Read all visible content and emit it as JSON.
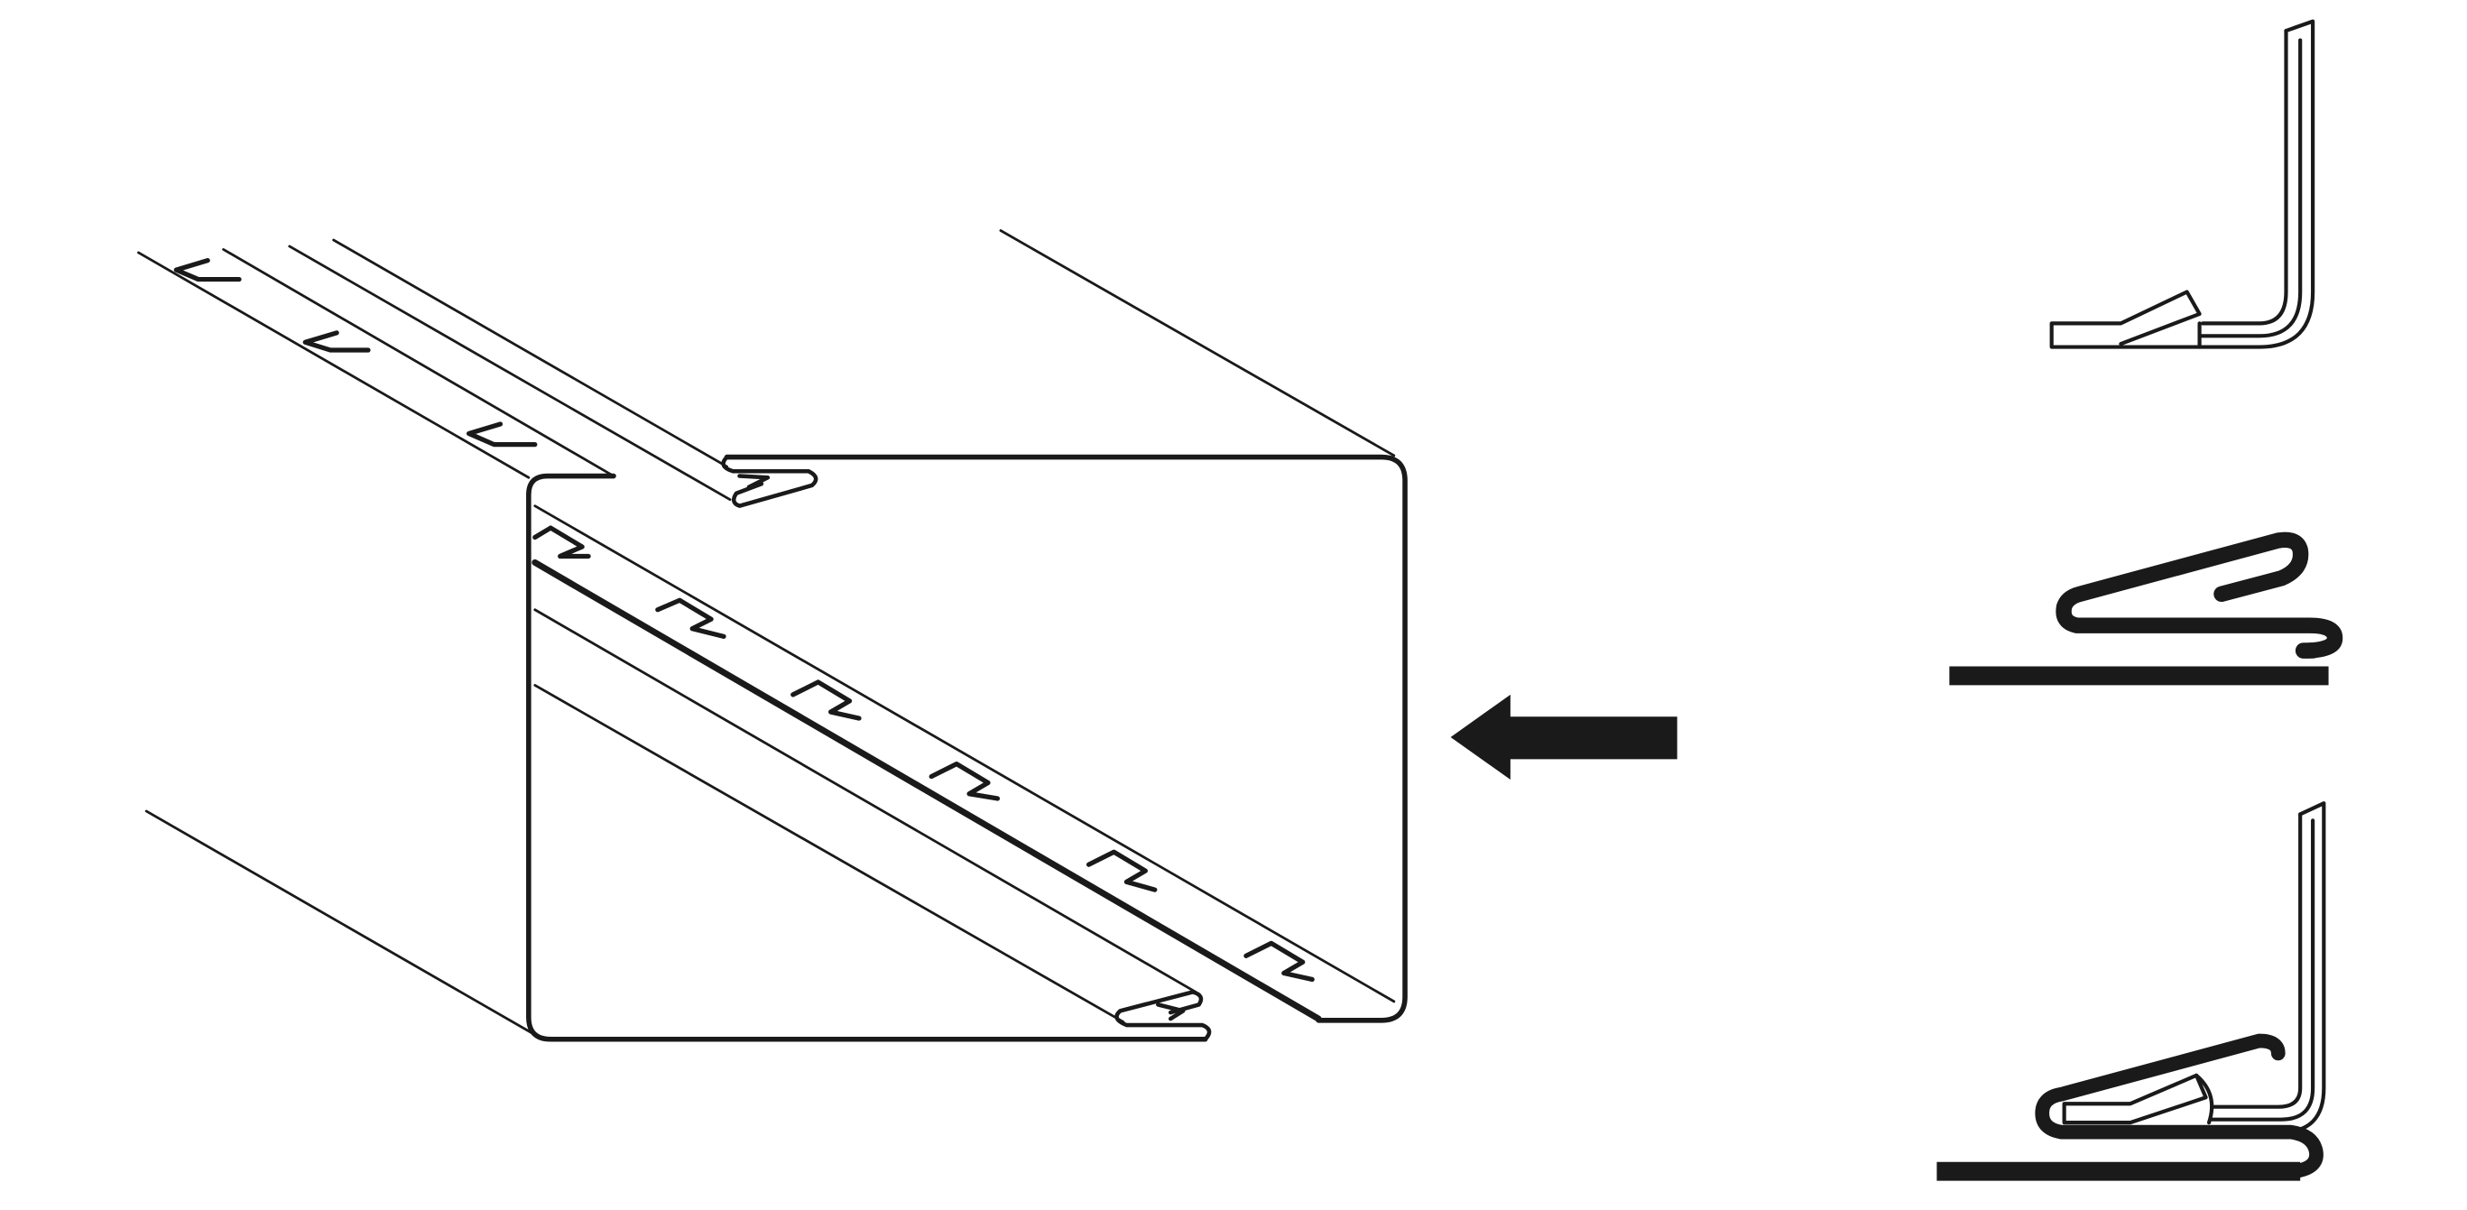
{
  "figure": {
    "background": "#ffffff",
    "line_color": "#1a1a1a",
    "main_view": "isometric-duct-profile-with-snap-seams",
    "detail_views": [
      "seam-detail-open",
      "seam-detail-folded",
      "seam-detail-closed"
    ],
    "pointer": "arrow-left-icon"
  }
}
